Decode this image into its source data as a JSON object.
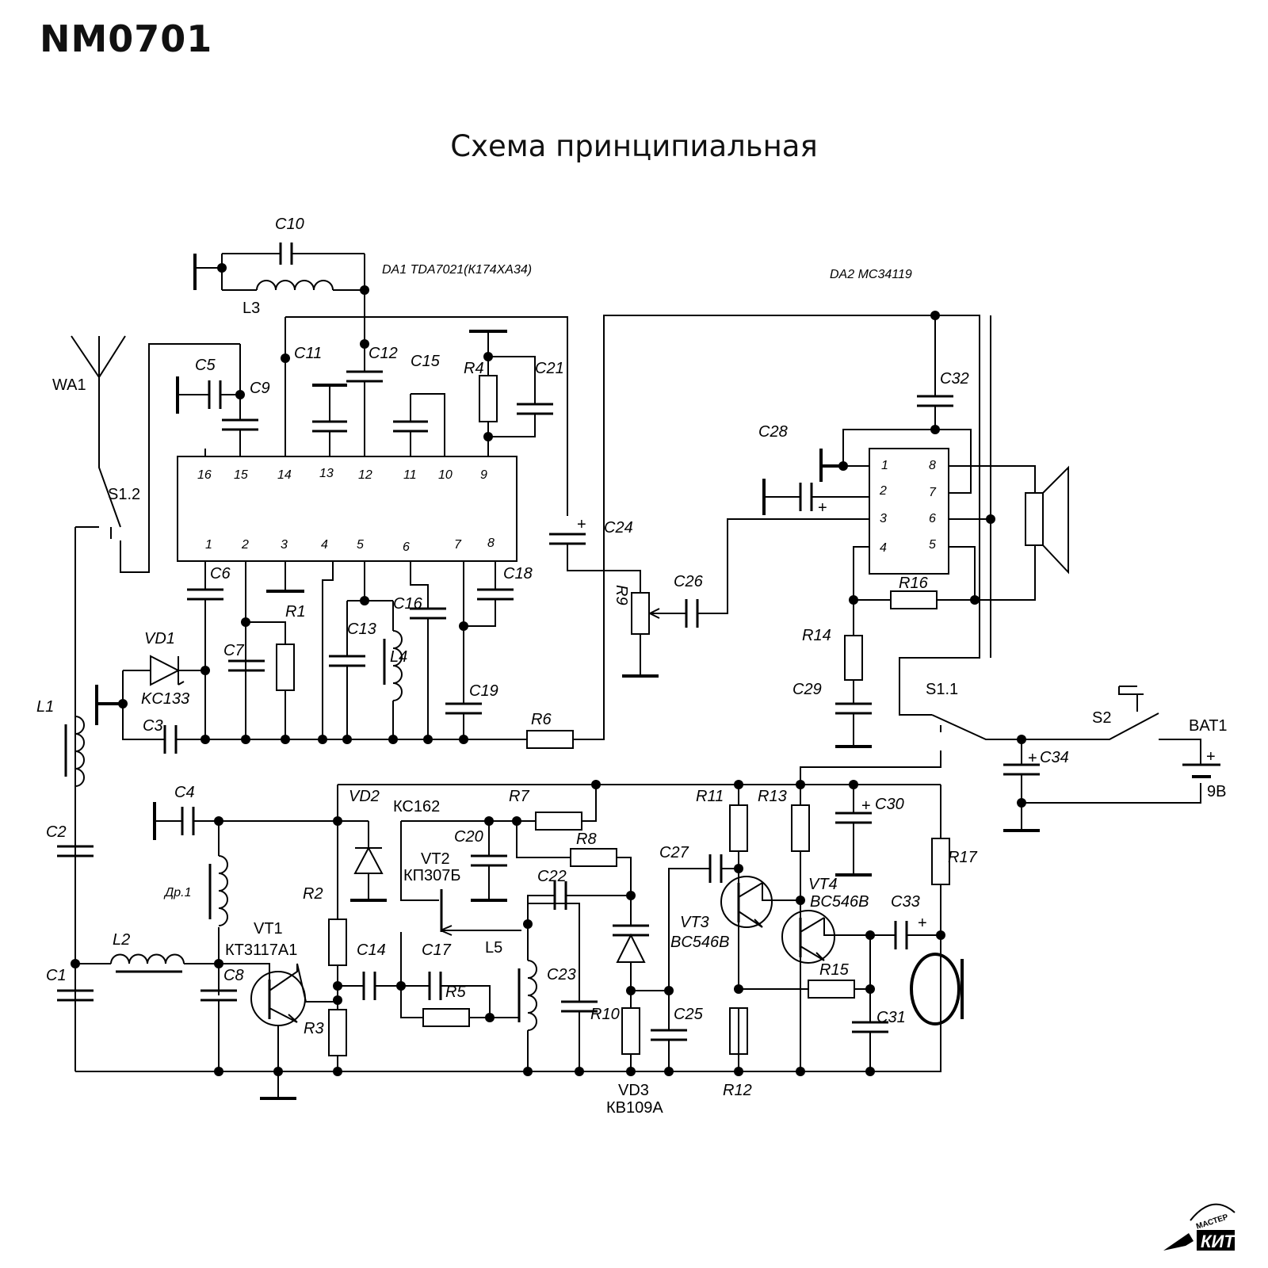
{
  "header": {
    "doc_title": "NM0701",
    "diagram_title": "Схема принципиальная"
  },
  "ic": {
    "da1": "DA1   TDA7021(К174ХА34)",
    "da2": "DA2   MC34119",
    "da1_top_pins": [
      "16",
      "15",
      "14",
      "13",
      "12",
      "11",
      "10",
      "9"
    ],
    "da1_bottom_pins": [
      "1",
      "2",
      "3",
      "4",
      "5",
      "6",
      "7",
      "8"
    ],
    "da2_left_pins": [
      "1",
      "2",
      "3",
      "4"
    ],
    "da2_right_pins": [
      "8",
      "7",
      "6",
      "5"
    ]
  },
  "labels": {
    "c10": "C10",
    "l3": "L3",
    "c11": "C11",
    "c12": "C12",
    "c15": "C15",
    "r4": "R4",
    "c21": "C21",
    "c5": "C5",
    "c9": "C9",
    "wa1": "WA1",
    "s12": "S1.2",
    "c6": "C6",
    "r1": "R1",
    "c13": "C13",
    "c16": "C16",
    "l4": "L4",
    "c18": "C18",
    "c24": "C24",
    "r9": "R9",
    "c26": "C26",
    "vd1": "VD1",
    "kc133": "KC133",
    "c7": "C7",
    "c3": "C3",
    "c19": "C19",
    "r6": "R6",
    "l1": "L1",
    "c32": "C32",
    "c28": "C28",
    "r16": "R16",
    "r14": "R14",
    "c29": "C29",
    "s11": "S1.1",
    "s2": "S2",
    "bat1": "BAT1",
    "c34": "C34",
    "v9": "9В",
    "c4": "C4",
    "vd2": "VD2",
    "kc162": "КС162",
    "r7": "R7",
    "r11": "R11",
    "r13": "R13",
    "c30": "C30",
    "c2": "C2",
    "c20": "C20",
    "r8": "R8",
    "c27": "C27",
    "vt2": "VT2",
    "kp307": "КП307Б",
    "dr1": "Др.1",
    "c22": "C22",
    "r2": "R2",
    "vt1": "VT1",
    "kt3117": "КТ3117А1",
    "vt4": "VT4",
    "bc546b_4": "BC546B",
    "c33": "C33",
    "r17": "R17",
    "c14": "C14",
    "c17": "C17",
    "l5": "L5",
    "c23": "C23",
    "vt3": "VT3",
    "bc546b_3": "BC546B",
    "r15": "R15",
    "l2": "L2",
    "c1": "C1",
    "c8": "C8",
    "r5": "R5",
    "r3": "R3",
    "r10": "R10",
    "c25": "C25",
    "c31": "C31",
    "vd3": "VD3",
    "kb109": "КВ109А",
    "r12": "R12"
  },
  "logo": {
    "text_top": "МАСТЕР",
    "text_main": "КИТ"
  }
}
